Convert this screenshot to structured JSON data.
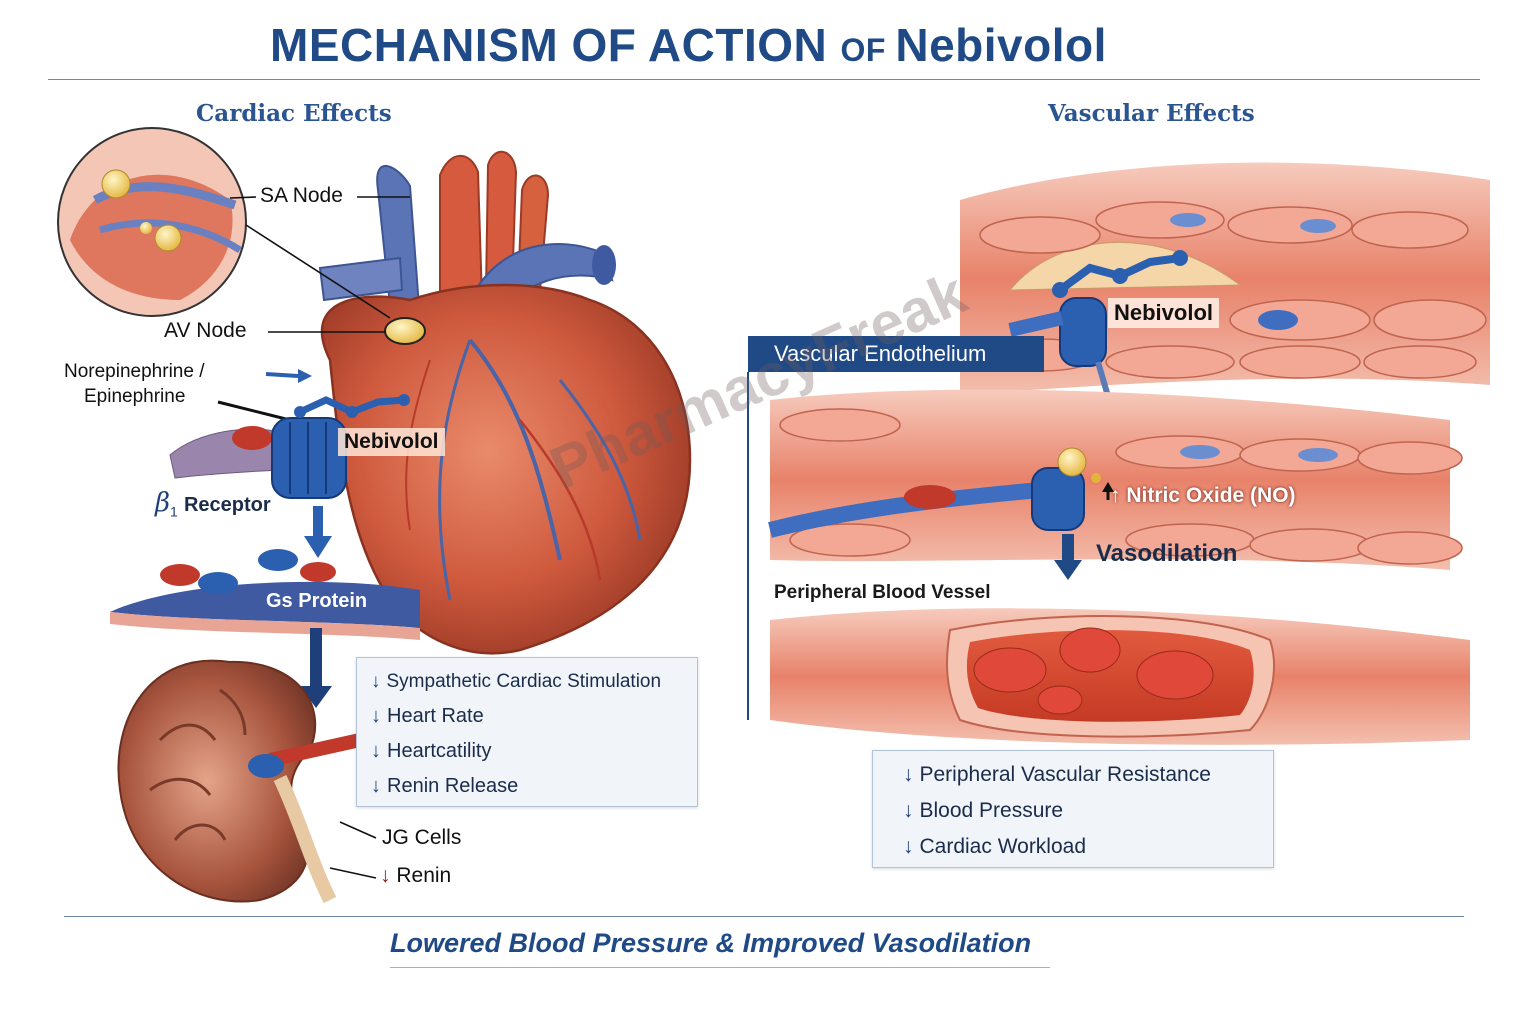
{
  "title": {
    "part1": "MECHANISM ",
    "part2": "OF ACTION ",
    "part3": "OF ",
    "part4": "Nebivolol"
  },
  "cardiac": {
    "heading": "Cardiac Effects",
    "sa_node": "SA Node",
    "av_node": "AV Node",
    "norepinephrine": "Norepinephrine /",
    "epinephrine": "Epinephrine",
    "nebivolol": "Nebivolol",
    "beta_symbol": "β",
    "beta_sub": "1",
    "receptor": "Receptor",
    "gs_protein": "Gs Protein",
    "jg_cells": "JG Cells",
    "renin": "Renin",
    "effects": [
      "Sympathetic Cardiac Stimulation",
      "Heart Rate",
      "Heartcatility",
      "Renin Release"
    ]
  },
  "vascular": {
    "heading": "Vascular Effects",
    "nebivolol": "Nebivolol",
    "endothelium": "Vascular Endothelium",
    "nitric_oxide": "Nitric Oxide (NO)",
    "vasodilation": "Vasodilation",
    "peripheral_vessel": "Peripheral Blood Vessel",
    "effects": [
      "Peripheral Vascular Resistance",
      "Blood Pressure",
      "Cardiac Workload"
    ]
  },
  "watermark": "PharmacyFreak",
  "footer": "Lowered Blood Pressure & Improved Vasodilation",
  "colors": {
    "navy": "#1f4a86",
    "tissue": "#e0735a",
    "receptor": "#2b5fb0",
    "down_red": "#8b1a1a"
  }
}
